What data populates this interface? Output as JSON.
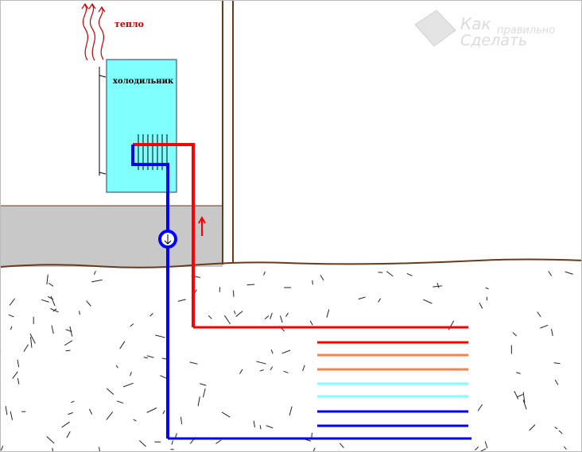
{
  "labels": {
    "heat": "тепло",
    "fridge": "холодильник"
  },
  "watermark": {
    "line1": "Как",
    "line2": "правильно",
    "line3": "Сделать"
  },
  "colors": {
    "hot": "#ff0000",
    "warm": "#ff8040",
    "cool": "#80ffff",
    "cold": "#0000ff",
    "fridge": "#80ffff",
    "floor": "#c8c8c8",
    "wall": "#6b3a1a",
    "heat_waves": "#c00000"
  },
  "ground_loop": [
    "hot",
    "hot",
    "warm",
    "warm",
    "cool",
    "cool",
    "cold",
    "cold",
    "cold"
  ]
}
